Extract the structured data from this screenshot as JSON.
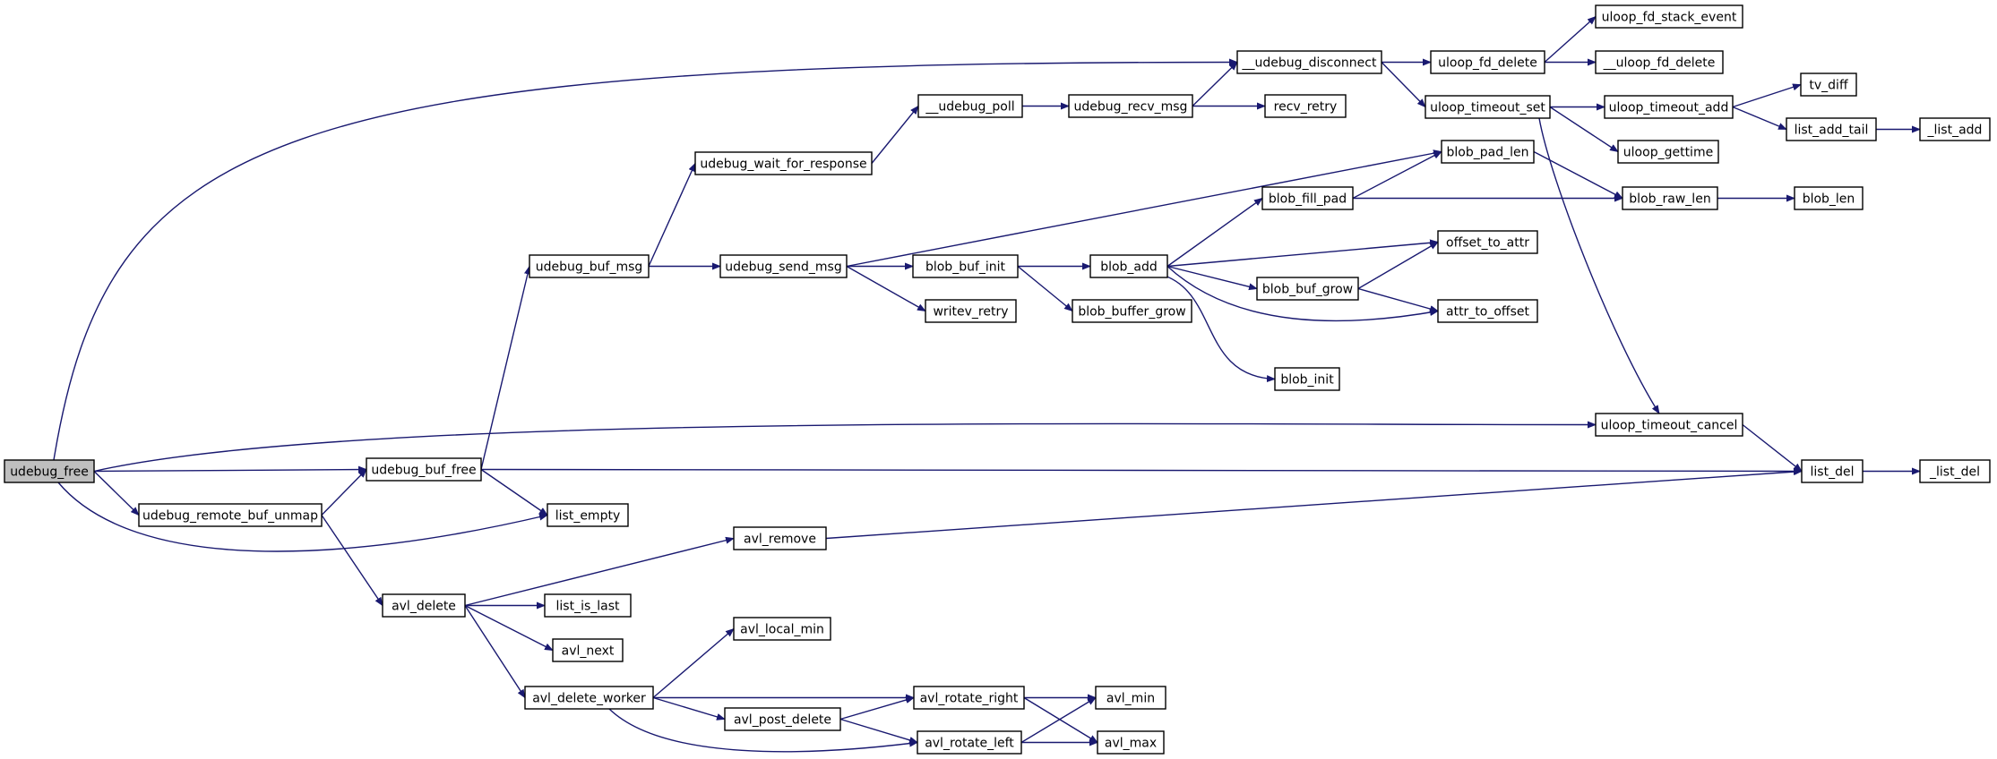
{
  "graph": {
    "title": "",
    "colors": {
      "edge": "#191970",
      "node_border": "#000000",
      "root_fill": "#bfbfbf",
      "node_fill": "#ffffff"
    },
    "nodes": [
      {
        "id": "udebug_free",
        "label": "udebug_free",
        "root": true
      },
      {
        "id": "__udebug_disconnect",
        "label": "__udebug_disconnect"
      },
      {
        "id": "uloop_fd_delete",
        "label": "uloop_fd_delete"
      },
      {
        "id": "uloop_fd_stack_event",
        "label": "uloop_fd_stack_event"
      },
      {
        "id": "__uloop_fd_delete",
        "label": "__uloop_fd_delete"
      },
      {
        "id": "uloop_timeout_set",
        "label": "uloop_timeout_set"
      },
      {
        "id": "uloop_timeout_add",
        "label": "uloop_timeout_add"
      },
      {
        "id": "tv_diff",
        "label": "tv_diff"
      },
      {
        "id": "list_add_tail",
        "label": "list_add_tail"
      },
      {
        "id": "_list_add",
        "label": "_list_add"
      },
      {
        "id": "uloop_gettime",
        "label": "uloop_gettime"
      },
      {
        "id": "uloop_timeout_cancel",
        "label": "uloop_timeout_cancel"
      },
      {
        "id": "list_del",
        "label": "list_del"
      },
      {
        "id": "_list_del",
        "label": "_list_del"
      },
      {
        "id": "__udebug_poll",
        "label": "__udebug_poll"
      },
      {
        "id": "udebug_recv_msg",
        "label": "udebug_recv_msg"
      },
      {
        "id": "recv_retry",
        "label": "recv_retry"
      },
      {
        "id": "udebug_wait_for_response",
        "label": "udebug_wait_for_response"
      },
      {
        "id": "udebug_buf_msg",
        "label": "udebug_buf_msg"
      },
      {
        "id": "udebug_send_msg",
        "label": "udebug_send_msg"
      },
      {
        "id": "blob_pad_len",
        "label": "blob_pad_len"
      },
      {
        "id": "blob_raw_len",
        "label": "blob_raw_len"
      },
      {
        "id": "blob_len",
        "label": "blob_len"
      },
      {
        "id": "blob_fill_pad",
        "label": "blob_fill_pad"
      },
      {
        "id": "blob_buf_init",
        "label": "blob_buf_init"
      },
      {
        "id": "blob_add",
        "label": "blob_add"
      },
      {
        "id": "offset_to_attr",
        "label": "offset_to_attr"
      },
      {
        "id": "blob_buf_grow",
        "label": "blob_buf_grow"
      },
      {
        "id": "attr_to_offset",
        "label": "attr_to_offset"
      },
      {
        "id": "blob_init",
        "label": "blob_init"
      },
      {
        "id": "writev_retry",
        "label": "writev_retry"
      },
      {
        "id": "blob_buffer_grow",
        "label": "blob_buffer_grow"
      },
      {
        "id": "udebug_buf_free",
        "label": "udebug_buf_free"
      },
      {
        "id": "udebug_remote_buf_unmap",
        "label": "udebug_remote_buf_unmap"
      },
      {
        "id": "list_empty",
        "label": "list_empty"
      },
      {
        "id": "avl_remove",
        "label": "avl_remove"
      },
      {
        "id": "avl_delete",
        "label": "avl_delete"
      },
      {
        "id": "list_is_last",
        "label": "list_is_last"
      },
      {
        "id": "avl_next",
        "label": "avl_next"
      },
      {
        "id": "avl_local_min",
        "label": "avl_local_min"
      },
      {
        "id": "avl_delete_worker",
        "label": "avl_delete_worker"
      },
      {
        "id": "avl_rotate_right",
        "label": "avl_rotate_right"
      },
      {
        "id": "avl_min",
        "label": "avl_min"
      },
      {
        "id": "avl_post_delete",
        "label": "avl_post_delete"
      },
      {
        "id": "avl_rotate_left",
        "label": "avl_rotate_left"
      },
      {
        "id": "avl_max",
        "label": "avl_max"
      }
    ],
    "edges": [
      {
        "from": "udebug_free",
        "to": "__udebug_disconnect"
      },
      {
        "from": "udebug_free",
        "to": "uloop_timeout_cancel"
      },
      {
        "from": "udebug_free",
        "to": "udebug_buf_free"
      },
      {
        "from": "udebug_free",
        "to": "udebug_remote_buf_unmap"
      },
      {
        "from": "udebug_free",
        "to": "list_empty"
      },
      {
        "from": "__udebug_disconnect",
        "to": "uloop_fd_delete"
      },
      {
        "from": "__udebug_disconnect",
        "to": "uloop_timeout_set"
      },
      {
        "from": "uloop_fd_delete",
        "to": "uloop_fd_stack_event"
      },
      {
        "from": "uloop_fd_delete",
        "to": "__uloop_fd_delete"
      },
      {
        "from": "uloop_timeout_set",
        "to": "uloop_timeout_add"
      },
      {
        "from": "uloop_timeout_set",
        "to": "uloop_gettime"
      },
      {
        "from": "uloop_timeout_set",
        "to": "uloop_timeout_cancel"
      },
      {
        "from": "uloop_timeout_add",
        "to": "tv_diff"
      },
      {
        "from": "uloop_timeout_add",
        "to": "list_add_tail"
      },
      {
        "from": "list_add_tail",
        "to": "_list_add"
      },
      {
        "from": "uloop_timeout_cancel",
        "to": "list_del"
      },
      {
        "from": "list_del",
        "to": "_list_del"
      },
      {
        "from": "__udebug_poll",
        "to": "udebug_recv_msg"
      },
      {
        "from": "udebug_recv_msg",
        "to": "__udebug_disconnect"
      },
      {
        "from": "udebug_recv_msg",
        "to": "recv_retry"
      },
      {
        "from": "udebug_wait_for_response",
        "to": "__udebug_poll"
      },
      {
        "from": "udebug_buf_msg",
        "to": "udebug_wait_for_response"
      },
      {
        "from": "udebug_buf_msg",
        "to": "udebug_send_msg"
      },
      {
        "from": "udebug_send_msg",
        "to": "blob_pad_len"
      },
      {
        "from": "udebug_send_msg",
        "to": "blob_buf_init"
      },
      {
        "from": "udebug_send_msg",
        "to": "writev_retry"
      },
      {
        "from": "blob_pad_len",
        "to": "blob_raw_len"
      },
      {
        "from": "blob_raw_len",
        "to": "blob_len"
      },
      {
        "from": "blob_fill_pad",
        "to": "blob_pad_len"
      },
      {
        "from": "blob_fill_pad",
        "to": "blob_raw_len"
      },
      {
        "from": "blob_buf_init",
        "to": "blob_add"
      },
      {
        "from": "blob_buf_init",
        "to": "blob_buffer_grow"
      },
      {
        "from": "blob_add",
        "to": "blob_fill_pad"
      },
      {
        "from": "blob_add",
        "to": "offset_to_attr"
      },
      {
        "from": "blob_add",
        "to": "blob_buf_grow"
      },
      {
        "from": "blob_add",
        "to": "attr_to_offset"
      },
      {
        "from": "blob_add",
        "to": "blob_init"
      },
      {
        "from": "blob_buf_grow",
        "to": "offset_to_attr"
      },
      {
        "from": "blob_buf_grow",
        "to": "attr_to_offset"
      },
      {
        "from": "udebug_buf_free",
        "to": "udebug_buf_msg"
      },
      {
        "from": "udebug_buf_free",
        "to": "list_del"
      },
      {
        "from": "udebug_buf_free",
        "to": "list_empty"
      },
      {
        "from": "udebug_remote_buf_unmap",
        "to": "udebug_buf_free"
      },
      {
        "from": "udebug_remote_buf_unmap",
        "to": "avl_delete"
      },
      {
        "from": "avl_remove",
        "to": "list_del"
      },
      {
        "from": "avl_delete",
        "to": "avl_remove"
      },
      {
        "from": "avl_delete",
        "to": "list_is_last"
      },
      {
        "from": "avl_delete",
        "to": "avl_next"
      },
      {
        "from": "avl_delete",
        "to": "avl_delete_worker"
      },
      {
        "from": "avl_delete_worker",
        "to": "avl_local_min"
      },
      {
        "from": "avl_delete_worker",
        "to": "avl_rotate_right"
      },
      {
        "from": "avl_delete_worker",
        "to": "avl_post_delete"
      },
      {
        "from": "avl_delete_worker",
        "to": "avl_rotate_left"
      },
      {
        "from": "avl_post_delete",
        "to": "avl_rotate_right"
      },
      {
        "from": "avl_post_delete",
        "to": "avl_rotate_left"
      },
      {
        "from": "avl_rotate_right",
        "to": "avl_min"
      },
      {
        "from": "avl_rotate_right",
        "to": "avl_max"
      },
      {
        "from": "avl_rotate_left",
        "to": "avl_min"
      },
      {
        "from": "avl_rotate_left",
        "to": "avl_max"
      }
    ]
  }
}
